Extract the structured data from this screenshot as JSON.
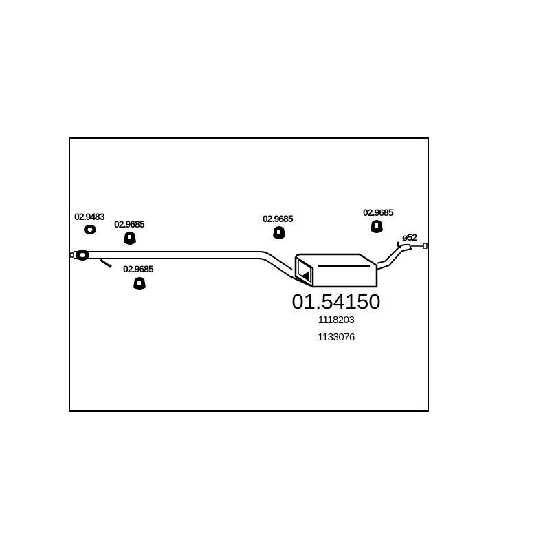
{
  "part_number": "01.54150",
  "oe_numbers": [
    "1118203",
    "1133076"
  ],
  "diameter_label": "ø52",
  "accessories": [
    {
      "code": "02.9483"
    },
    {
      "code": "02.9685"
    },
    {
      "code": "02.9685"
    },
    {
      "code": "02.9685"
    },
    {
      "code": "02.9685"
    }
  ],
  "colors": {
    "line": "#000000",
    "background": "#ffffff"
  }
}
